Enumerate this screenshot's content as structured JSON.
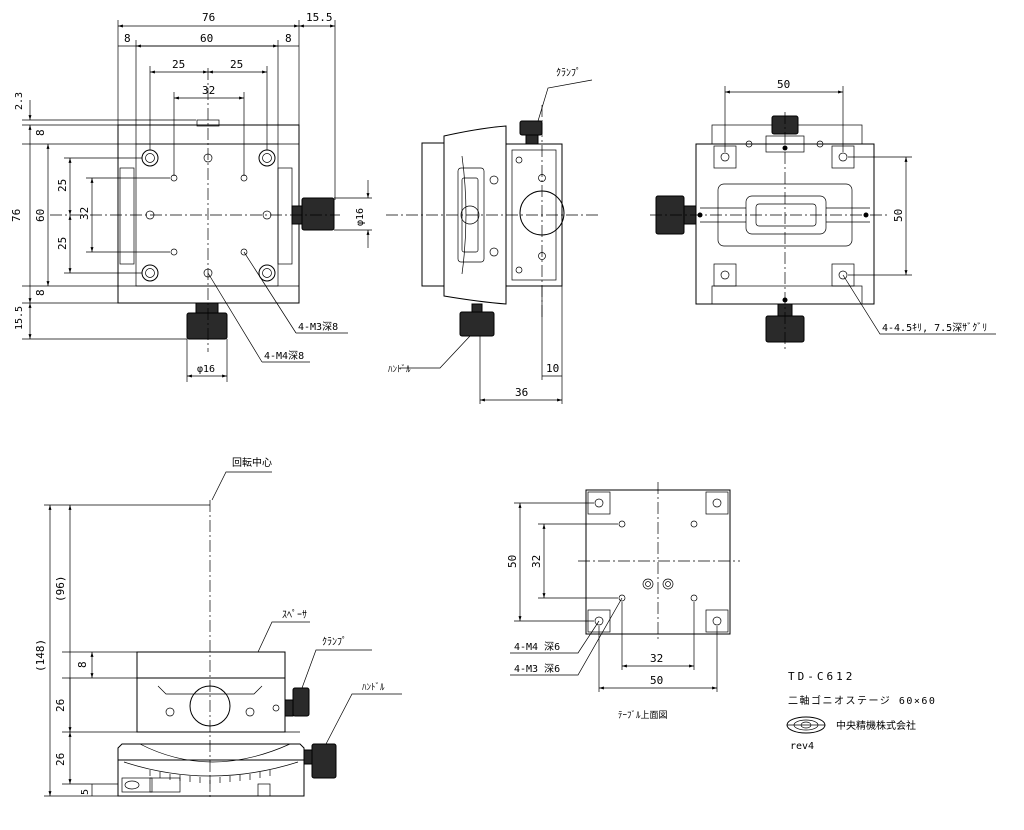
{
  "views": {
    "top": {
      "dims": {
        "w76": "76",
        "w60": "60",
        "w8a": "8",
        "w8b": "8",
        "w15_5": "15.5",
        "w25a": "25",
        "w25b": "25",
        "w32": "32",
        "h2_3": "2.3",
        "h8a": "8",
        "h76": "76",
        "h60": "60",
        "h25a": "25",
        "h32": "32",
        "h25b": "25",
        "h8b": "8",
        "h15_5": "15.5",
        "phi16_right": "φ16",
        "phi16_bottom": "φ16"
      },
      "callouts": {
        "m3": "4-M3深8",
        "m4": "4-M4深8"
      }
    },
    "side": {
      "callouts": {
        "clamp": "ｸﾗﾝﾌﾟ",
        "handle": "ﾊﾝﾄﾞﾙ"
      },
      "dims": {
        "d36": "36",
        "d10": "10"
      }
    },
    "bottom": {
      "dims": {
        "w50": "50",
        "h50": "50"
      },
      "callouts": {
        "holes": "4-4.5ｷﾘ, 7.5深ｻﾞｸﾞﾘ"
      }
    },
    "front": {
      "callouts": {
        "center": "回転中心",
        "spacer": "ｽﾍﾟｰｻ",
        "clamp": "ｸﾗﾝﾌﾟ",
        "handle": "ﾊﾝﾄﾞﾙ"
      },
      "dims": {
        "h148": "(148)",
        "h96": "(96)",
        "h8": "8",
        "h26a": "26",
        "h26b": "26",
        "h5": "5"
      }
    },
    "table_top": {
      "dims": {
        "h50": "50",
        "h32": "32",
        "w32": "32",
        "w50": "50"
      },
      "callouts": {
        "m4": "4-M4 深6",
        "m3": "4-M3 深6"
      },
      "caption": "ﾃｰﾌﾞﾙ上面図"
    }
  },
  "title_block": {
    "model": "TD-C612",
    "name": "二軸ゴニオステージ 60×60",
    "company": "中央精機株式会社",
    "rev": "rev4"
  }
}
